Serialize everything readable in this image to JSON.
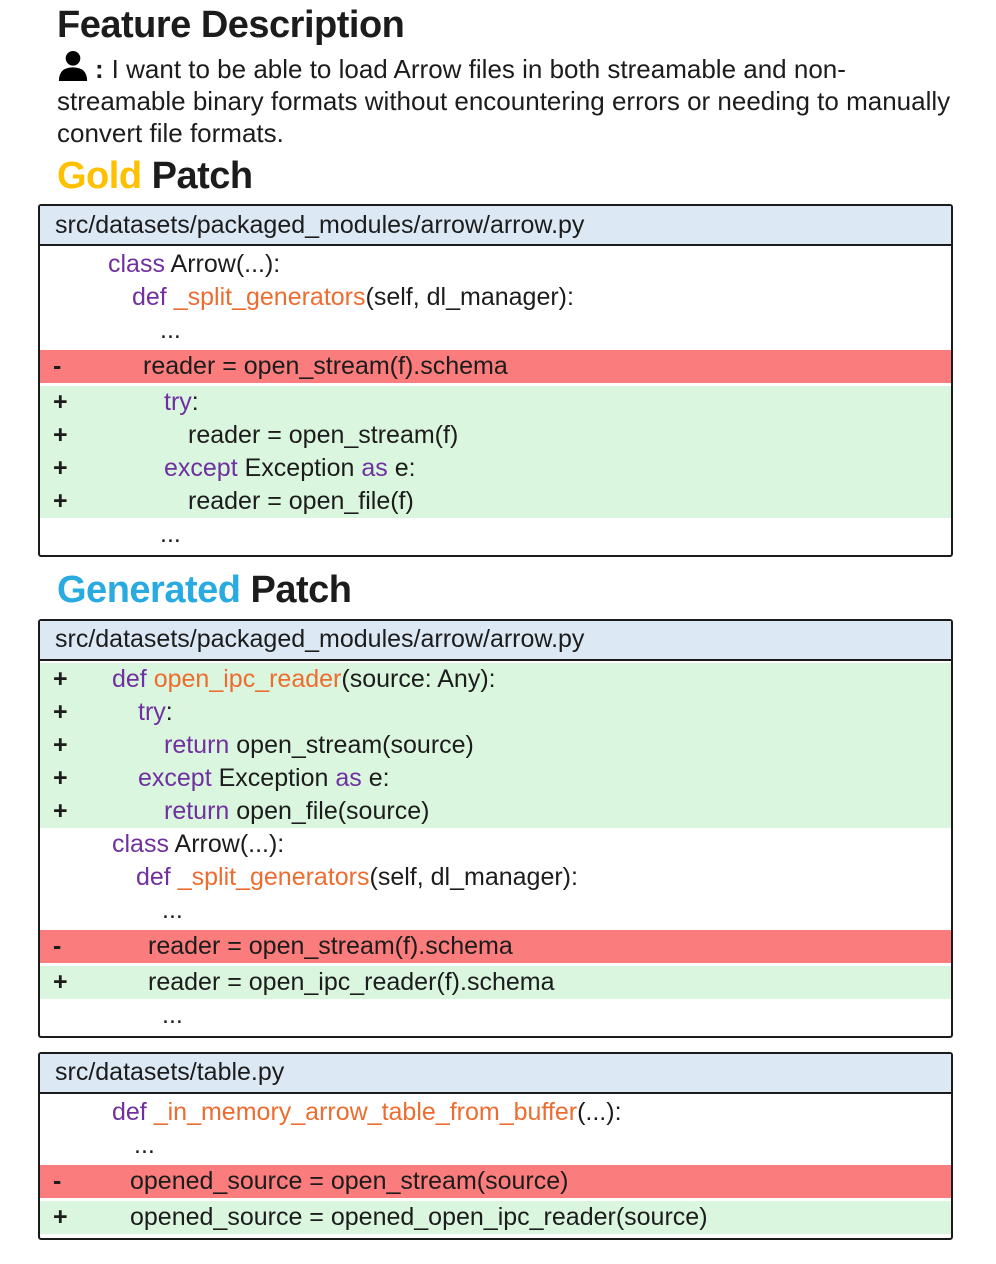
{
  "colors": {
    "accent_gold": "#FFC000",
    "accent_blue": "#29ABE2",
    "file_header_bg": "#DCE8F4",
    "added_bg": "#DAF6DF",
    "removed_bg": "#FB7C7C",
    "keyword": "#7030A0",
    "function_name": "#ED6C2F",
    "text": "#1C1C1C",
    "border": "#1B1B1B"
  },
  "feature": {
    "title": "Feature Description",
    "user_icon": "person-icon",
    "separator": ":",
    "text": "I want to be able to load Arrow files in both streamable and non-streamable binary formats without encountering errors or needing to manually convert file formats."
  },
  "gold": {
    "title_accent": "Gold",
    "title_rest": "Patch",
    "file": "src/datasets/packaged_modules/arrow/arrow.py",
    "lines": [
      {
        "type": "context",
        "marker": "",
        "indent": 68,
        "tokens": [
          {
            "t": "class",
            "c": "kw"
          },
          {
            "t": " Arrow(...):",
            "c": "pl"
          }
        ]
      },
      {
        "type": "context",
        "marker": "",
        "indent": 92,
        "tokens": [
          {
            "t": "def",
            "c": "kw"
          },
          {
            "t": " ",
            "c": "pl"
          },
          {
            "t": "_split_generators",
            "c": "fn"
          },
          {
            "t": "(self, dl_manager):",
            "c": "pl"
          }
        ]
      },
      {
        "type": "context",
        "marker": "",
        "indent": 120,
        "tokens": [
          {
            "t": "...",
            "c": "pl"
          }
        ]
      },
      {
        "type": "removed",
        "marker": "-",
        "indent": 103,
        "tokens": [
          {
            "t": "reader = open_stream(f).schema",
            "c": "pl"
          }
        ]
      },
      {
        "type": "added",
        "marker": "+",
        "indent": 124,
        "tokens": [
          {
            "t": "try",
            "c": "kw"
          },
          {
            "t": ":",
            "c": "pl"
          }
        ]
      },
      {
        "type": "added",
        "marker": "+",
        "indent": 148,
        "tokens": [
          {
            "t": "reader = open_stream(f)",
            "c": "pl"
          }
        ]
      },
      {
        "type": "added",
        "marker": "+",
        "indent": 124,
        "tokens": [
          {
            "t": "except",
            "c": "kw"
          },
          {
            "t": " Exception ",
            "c": "pl"
          },
          {
            "t": "as",
            "c": "kw"
          },
          {
            "t": " e:",
            "c": "pl"
          }
        ]
      },
      {
        "type": "added",
        "marker": "+",
        "indent": 148,
        "tokens": [
          {
            "t": "reader = open_file(f)",
            "c": "pl"
          }
        ]
      },
      {
        "type": "context",
        "marker": "",
        "indent": 120,
        "tokens": [
          {
            "t": "...",
            "c": "pl"
          }
        ]
      }
    ]
  },
  "generated": {
    "title_accent": "Generated",
    "title_rest": "Patch",
    "blocks": [
      {
        "file": "src/datasets/packaged_modules/arrow/arrow.py",
        "lines": [
          {
            "type": "added",
            "marker": "+",
            "indent": 72,
            "tokens": [
              {
                "t": "def",
                "c": "kw"
              },
              {
                "t": " ",
                "c": "pl"
              },
              {
                "t": "open_ipc_reader",
                "c": "fn"
              },
              {
                "t": "(source: Any):",
                "c": "pl"
              }
            ]
          },
          {
            "type": "added",
            "marker": "+",
            "indent": 98,
            "tokens": [
              {
                "t": "try",
                "c": "kw"
              },
              {
                "t": ":",
                "c": "pl"
              }
            ]
          },
          {
            "type": "added",
            "marker": "+",
            "indent": 124,
            "tokens": [
              {
                "t": "return",
                "c": "kw"
              },
              {
                "t": " open_stream(source)",
                "c": "pl"
              }
            ]
          },
          {
            "type": "added",
            "marker": "+",
            "indent": 98,
            "tokens": [
              {
                "t": "except",
                "c": "kw"
              },
              {
                "t": " Exception ",
                "c": "pl"
              },
              {
                "t": "as",
                "c": "kw"
              },
              {
                "t": " e:",
                "c": "pl"
              }
            ]
          },
          {
            "type": "added",
            "marker": "+",
            "indent": 124,
            "tokens": [
              {
                "t": "return",
                "c": "kw"
              },
              {
                "t": " open_file(source)",
                "c": "pl"
              }
            ]
          },
          {
            "type": "context",
            "marker": "",
            "indent": 72,
            "tokens": [
              {
                "t": "class",
                "c": "kw"
              },
              {
                "t": " Arrow(...):",
                "c": "pl"
              }
            ]
          },
          {
            "type": "context",
            "marker": "",
            "indent": 96,
            "tokens": [
              {
                "t": "def",
                "c": "kw"
              },
              {
                "t": " ",
                "c": "pl"
              },
              {
                "t": "_split_generators",
                "c": "fn"
              },
              {
                "t": "(self, dl_manager):",
                "c": "pl"
              }
            ]
          },
          {
            "type": "context",
            "marker": "",
            "indent": 122,
            "tokens": [
              {
                "t": "...",
                "c": "pl"
              }
            ]
          },
          {
            "type": "removed",
            "marker": "-",
            "indent": 108,
            "tokens": [
              {
                "t": "reader = open_stream(f).schema",
                "c": "pl"
              }
            ]
          },
          {
            "type": "added",
            "marker": "+",
            "indent": 108,
            "tokens": [
              {
                "t": "reader = open_ipc_reader(f).schema",
                "c": "pl"
              }
            ]
          },
          {
            "type": "context",
            "marker": "",
            "indent": 122,
            "tokens": [
              {
                "t": "...",
                "c": "pl"
              }
            ]
          }
        ]
      },
      {
        "file": "src/datasets/table.py",
        "lines": [
          {
            "type": "context",
            "marker": "",
            "indent": 72,
            "tokens": [
              {
                "t": "def",
                "c": "kw"
              },
              {
                "t": " ",
                "c": "pl"
              },
              {
                "t": "_in_memory_arrow_table_from_buffer",
                "c": "fn"
              },
              {
                "t": "(...):",
                "c": "pl"
              }
            ]
          },
          {
            "type": "context",
            "marker": "",
            "indent": 94,
            "tokens": [
              {
                "t": "...",
                "c": "pl"
              }
            ]
          },
          {
            "type": "removed",
            "marker": "-",
            "indent": 90,
            "tokens": [
              {
                "t": "opened_source = open_stream(source)",
                "c": "pl"
              }
            ]
          },
          {
            "type": "added",
            "marker": "+",
            "indent": 90,
            "tokens": [
              {
                "t": "opened_source = opened_open_ipc_reader(source)",
                "c": "pl"
              }
            ]
          }
        ]
      }
    ]
  }
}
